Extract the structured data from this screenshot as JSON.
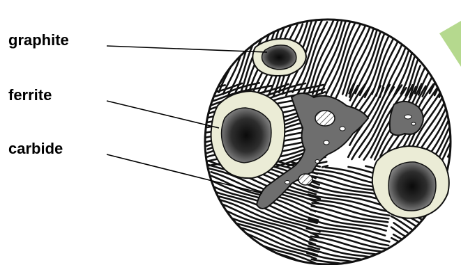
{
  "labels": {
    "graphite": "graphite",
    "ferrite": "ferrite",
    "carbide": "carbide"
  },
  "colors": {
    "background": "#ffffff",
    "micrograph_bg": "#ffffff",
    "lamellae": "#111111",
    "ferrite_halo": "#ebecd6",
    "graphite_nodule": "#4a4a4a",
    "carbide_phase": "#6e6e6e",
    "corner_arrow": "#b5d98e"
  }
}
